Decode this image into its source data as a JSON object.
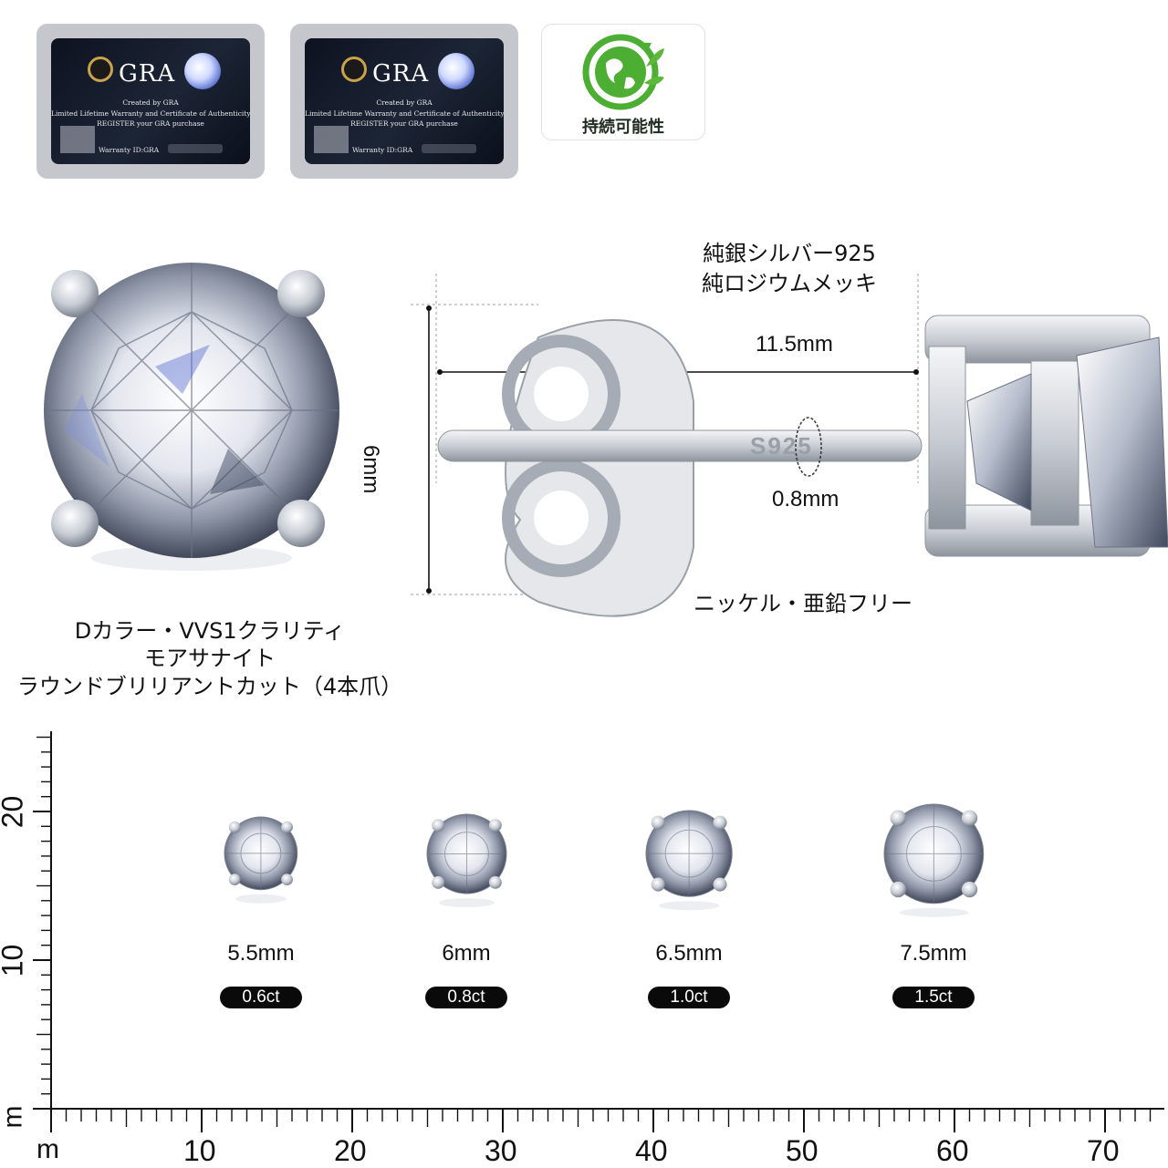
{
  "certificates": [
    {
      "brand": "GRA",
      "created_by": "Created by GRA",
      "warranty_line": "Limited Lifetime Warranty and Certificate of Authenticity",
      "register_line": "REGISTER your GRA purchase",
      "warranty_id": "Warranty ID:GRA"
    },
    {
      "brand": "GRA",
      "created_by": "Created by GRA",
      "warranty_line": "Limited Lifetime Warranty and Certificate of Authenticity",
      "register_line": "REGISTER your GRA purchase",
      "warranty_id": "Warranty ID:GRA"
    }
  ],
  "sustainability": {
    "label": "持続可能性",
    "icon": "globe-recycle-icon"
  },
  "material": {
    "line1": "純銀シルバー925",
    "line2": "純ロジウムメッキ"
  },
  "dimensions": {
    "length": "11.5mm",
    "height": "6mm",
    "post": "0.8mm",
    "stamp": "S925"
  },
  "free_note": "ニッケル・亜鉛フリー",
  "stone_desc": {
    "line1": "Dカラー・VVS1クラリティ",
    "line2": "モアサナイト",
    "line3": "ラウンドブリリアントカット（4本爪）"
  },
  "sizes": [
    {
      "size": "5.5mm",
      "carat": "0.6ct",
      "stone_mm": 5.5
    },
    {
      "size": "6mm",
      "carat": "0.8ct",
      "stone_mm": 6
    },
    {
      "size": "6.5mm",
      "carat": "1.0ct",
      "stone_mm": 6.5
    },
    {
      "size": "7.5mm",
      "carat": "1.5ct",
      "stone_mm": 7.5
    }
  ],
  "ruler": {
    "unit": "m",
    "unit_v": "m",
    "x_labels": [
      "10",
      "20",
      "30",
      "40",
      "50",
      "60",
      "70"
    ],
    "y_labels": [
      "20",
      "10"
    ]
  },
  "colors": {
    "text": "#111111",
    "pill": "#0a0a0a",
    "metal": "#cfd3da",
    "green": "#4caf34"
  }
}
